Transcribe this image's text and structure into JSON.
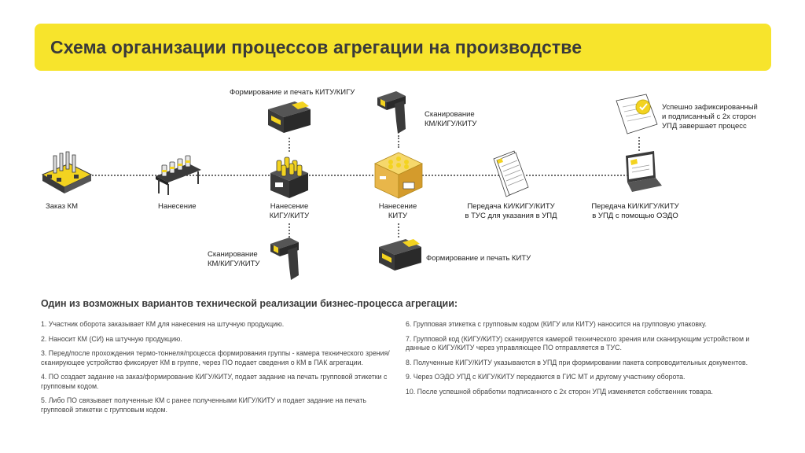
{
  "title": "Схема организации процессов агрегации на производстве",
  "labels": {
    "order": "Заказ КМ",
    "apply": "Нанесение",
    "apply_kigu_1": "Нанесение",
    "apply_kigu_2": "КИГУ/КИТУ",
    "apply_kitu_1": "Нанесение",
    "apply_kitu_2": "КИТУ",
    "tus_1": "Передача КИ/КИГУ/КИТУ",
    "tus_2": "в ТУС для указания в УПД",
    "edo_1": "Передача КИ/КИГУ/КИТУ",
    "edo_2": "в УПД с помощью ОЭДО",
    "print_top": "Формирование и печать КИТУ/КИГУ",
    "scan_top_1": "Сканирование",
    "scan_top_2": "КМ/КИГУ/КИТУ",
    "done_1": "Успешно зафиксированный",
    "done_2": "и подписанный с 2х сторон",
    "done_3": "УПД завершает процесс",
    "scan_bottom_1": "Сканирование",
    "scan_bottom_2": "КМ/КИГУ/КИТУ",
    "print_bottom": "Формирование и печать КИТУ"
  },
  "subtitle": "Один из возможных вариантов технической реализации бизнес-процесса агрегации:",
  "steps_left": [
    "1. Участник оборота заказывает КМ для нанесения на штучную продукцию.",
    "2. Наносит КМ (СИ) на штучную продукцию.",
    "3. Перед/после прохождения термо-тоннеля/процесса формирования группы - камера технического зрения/сканирующее устройство фиксирует КМ в группе, через ПО подает сведения о КМ в ПАК агрегации.",
    "4. ПО создает задание на заказ/формирование КИГУ/КИТУ, подает задание на печать групповой этикетки с групповым кодом.",
    "5. Либо ПО связывает полученные КМ с ранее полученными КИГУ/КИТУ и подает задание на печать групповой этикетки с групповым кодом."
  ],
  "steps_right": [
    "6. Групповая этикетка с групповым кодом (КИГУ или КИТУ) наносится на групповую упаковку.",
    "7. Групповой код (КИГУ/КИТУ) сканируется камерой технического зрения или сканирующим устройством и данные о КИГУ/КИТУ через управляющее ПО отправляется в ТУС.",
    "8. Полученные КИГУ/КИТУ указываются в УПД при формировании пакета сопроводительных документов.",
    "9. Через ОЭДО УПД с КИГУ/КИТУ передаются в ГИС МТ и другому участнику оборота.",
    "10. После успешной обработки подписанного с 2х сторон УПД изменяется собственник товара."
  ],
  "colors": {
    "accent": "#f7e42c",
    "dark": "#3a3a3a"
  }
}
